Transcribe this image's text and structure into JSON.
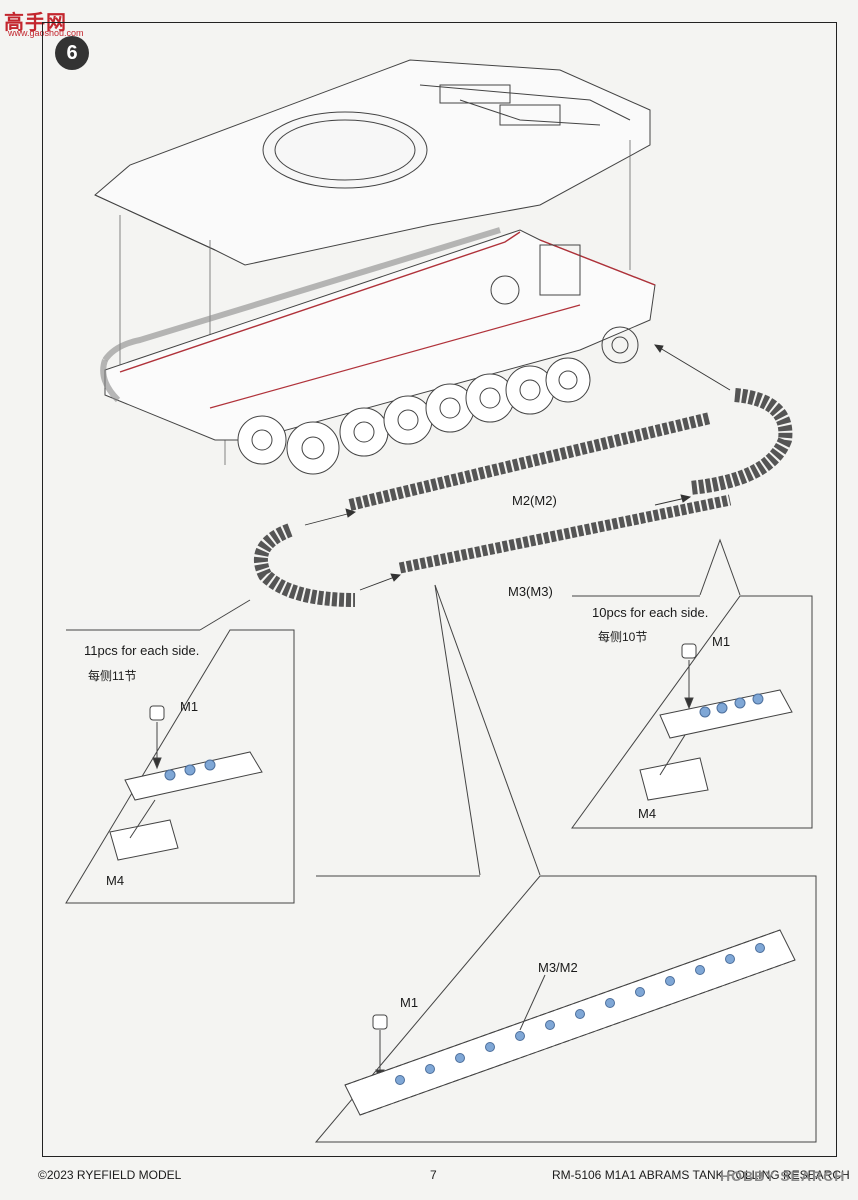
{
  "watermark": {
    "main": "高手网",
    "sub": "www.gaoshou.com"
  },
  "step": {
    "number": "6"
  },
  "labels": {
    "m2_track": "M2(M2)",
    "m3_track": "M3(M3)",
    "m1_left": "M1",
    "m4_left": "M4",
    "m1_right": "M1",
    "m4_right": "M4",
    "m1_bottom": "M1",
    "m3m2_bottom": "M3/M2"
  },
  "notes": {
    "left_en": "11pcs for each side.",
    "left_cn": "每侧11节",
    "right_en": "10pcs for each side.",
    "right_cn": "每侧10节"
  },
  "footer": {
    "copyright": "©2023 RYEFIELD MODEL",
    "page_number": "7",
    "product": "RM-5106 M1A1 ABRAMS TANK ROLLING RESEARCH",
    "brand_watermark": "HOBBY SEARCH"
  },
  "colors": {
    "accent_red": "#b0323a",
    "link_blue": "#7fa7d6",
    "line": "#444444"
  }
}
